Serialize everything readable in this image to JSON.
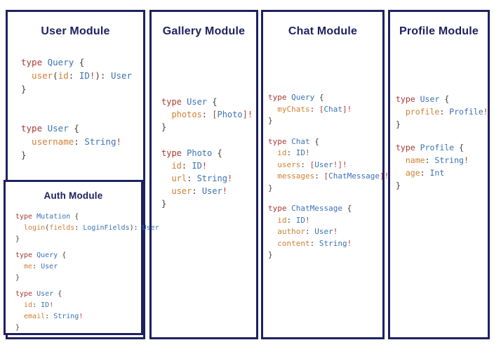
{
  "colors": {
    "navy": "#1e2160",
    "keyword": "#a83a32",
    "typename": "#3a72b4",
    "field": "#d07f33",
    "punct": "#3f3f3f",
    "bang": "#bb4036"
  },
  "panels": [
    {
      "title": "User Module",
      "blocks": [
        [
          [
            [
              "k",
              "type"
            ],
            [
              "t",
              " Query"
            ],
            [
              "p",
              " {"
            ]
          ],
          [
            [
              "f",
              "  user"
            ],
            [
              "p",
              "("
            ],
            [
              "f",
              "id"
            ],
            [
              "p",
              ": "
            ],
            [
              "t",
              "ID"
            ],
            [
              "b",
              "!"
            ],
            [
              "p",
              "): "
            ],
            [
              "t",
              "User"
            ]
          ],
          [
            [
              "p",
              "}"
            ]
          ]
        ],
        [
          [
            [
              "k",
              "type"
            ],
            [
              "t",
              " User"
            ],
            [
              "p",
              " {"
            ]
          ],
          [
            [
              "f",
              "  username"
            ],
            [
              "p",
              ": "
            ],
            [
              "t",
              "String"
            ],
            [
              "b",
              "!"
            ]
          ],
          [
            [
              "p",
              "}"
            ]
          ]
        ]
      ]
    },
    {
      "title": "Gallery Module",
      "blocks": [
        [
          [
            [
              "k",
              "type"
            ],
            [
              "t",
              " User"
            ],
            [
              "p",
              " {"
            ]
          ],
          [
            [
              "f",
              "  photos"
            ],
            [
              "p",
              ": "
            ],
            [
              "b",
              "["
            ],
            [
              "t",
              "Photo"
            ],
            [
              "b",
              "]!"
            ]
          ],
          [
            [
              "p",
              "}"
            ]
          ]
        ],
        [
          [
            [
              "k",
              "type"
            ],
            [
              "t",
              " Photo"
            ],
            [
              "p",
              " {"
            ]
          ],
          [
            [
              "f",
              "  id"
            ],
            [
              "p",
              ": "
            ],
            [
              "t",
              "ID"
            ],
            [
              "b",
              "!"
            ]
          ],
          [
            [
              "f",
              "  url"
            ],
            [
              "p",
              ": "
            ],
            [
              "t",
              "String"
            ],
            [
              "b",
              "!"
            ]
          ],
          [
            [
              "f",
              "  user"
            ],
            [
              "p",
              ": "
            ],
            [
              "t",
              "User"
            ],
            [
              "b",
              "!"
            ]
          ],
          [
            [
              "p",
              "}"
            ]
          ]
        ]
      ]
    },
    {
      "title": "Chat Module",
      "blocks": [
        [
          [
            [
              "k",
              "type"
            ],
            [
              "t",
              " Query"
            ],
            [
              "p",
              " {"
            ]
          ],
          [
            [
              "f",
              "  myChats"
            ],
            [
              "p",
              ": "
            ],
            [
              "b",
              "["
            ],
            [
              "t",
              "Chat"
            ],
            [
              "b",
              "]!"
            ]
          ],
          [
            [
              "p",
              "}"
            ]
          ]
        ],
        [
          [
            [
              "k",
              "type"
            ],
            [
              "t",
              " Chat"
            ],
            [
              "p",
              " {"
            ]
          ],
          [
            [
              "f",
              "  id"
            ],
            [
              "p",
              ": "
            ],
            [
              "t",
              "ID"
            ],
            [
              "b",
              "!"
            ]
          ],
          [
            [
              "f",
              "  users"
            ],
            [
              "p",
              ": "
            ],
            [
              "b",
              "["
            ],
            [
              "t",
              "User"
            ],
            [
              "b",
              "!]!"
            ]
          ],
          [
            [
              "f",
              "  messages"
            ],
            [
              "p",
              ": "
            ],
            [
              "b",
              "["
            ],
            [
              "t",
              "ChatMessage"
            ],
            [
              "b",
              "]!"
            ]
          ],
          [
            [
              "p",
              "}"
            ]
          ]
        ],
        [
          [
            [
              "k",
              "type"
            ],
            [
              "t",
              " ChatMessage"
            ],
            [
              "p",
              " {"
            ]
          ],
          [
            [
              "f",
              "  id"
            ],
            [
              "p",
              ": "
            ],
            [
              "t",
              "ID"
            ],
            [
              "b",
              "!"
            ]
          ],
          [
            [
              "f",
              "  author"
            ],
            [
              "p",
              ": "
            ],
            [
              "t",
              "User"
            ],
            [
              "b",
              "!"
            ]
          ],
          [
            [
              "f",
              "  content"
            ],
            [
              "p",
              ": "
            ],
            [
              "t",
              "String"
            ],
            [
              "b",
              "!"
            ]
          ],
          [
            [
              "p",
              "}"
            ]
          ]
        ]
      ]
    },
    {
      "title": "Profile Module",
      "blocks": [
        [
          [
            [
              "k",
              "type"
            ],
            [
              "t",
              " User"
            ],
            [
              "p",
              " {"
            ]
          ],
          [
            [
              "f",
              "  profile"
            ],
            [
              "p",
              ": "
            ],
            [
              "t",
              "Profile"
            ],
            [
              "b",
              "!"
            ]
          ],
          [
            [
              "p",
              "}"
            ]
          ]
        ],
        [
          [
            [
              "k",
              "type"
            ],
            [
              "t",
              " Profile"
            ],
            [
              "p",
              " {"
            ]
          ],
          [
            [
              "f",
              "  name"
            ],
            [
              "p",
              ": "
            ],
            [
              "t",
              "String"
            ],
            [
              "b",
              "!"
            ]
          ],
          [
            [
              "f",
              "  age"
            ],
            [
              "p",
              ": "
            ],
            [
              "t",
              "Int"
            ]
          ],
          [
            [
              "p",
              "}"
            ]
          ]
        ]
      ]
    }
  ],
  "auth_box": {
    "title": "Auth Module",
    "blocks": [
      [
        [
          [
            "k",
            "type"
          ],
          [
            "t",
            " Mutation"
          ],
          [
            "p",
            " {"
          ]
        ],
        [
          [
            "f",
            "  login"
          ],
          [
            "p",
            "("
          ],
          [
            "f",
            "fields"
          ],
          [
            "p",
            ": "
          ],
          [
            "t",
            "LoginFields"
          ],
          [
            "p",
            "): "
          ],
          [
            "t",
            "User"
          ]
        ],
        [
          [
            "p",
            "}"
          ]
        ]
      ],
      [
        [
          [
            "k",
            "type"
          ],
          [
            "t",
            " Query"
          ],
          [
            "p",
            " {"
          ]
        ],
        [
          [
            "f",
            "  me"
          ],
          [
            "p",
            ": "
          ],
          [
            "t",
            "User"
          ]
        ],
        [
          [
            "p",
            "}"
          ]
        ]
      ],
      [
        [
          [
            "k",
            "type"
          ],
          [
            "t",
            " User"
          ],
          [
            "p",
            " {"
          ]
        ],
        [
          [
            "f",
            "  id"
          ],
          [
            "p",
            ": "
          ],
          [
            "t",
            "ID"
          ],
          [
            "b",
            "!"
          ]
        ],
        [
          [
            "f",
            "  email"
          ],
          [
            "p",
            ": "
          ],
          [
            "t",
            "String"
          ],
          [
            "b",
            "!"
          ]
        ],
        [
          [
            "p",
            "}"
          ]
        ]
      ]
    ]
  }
}
